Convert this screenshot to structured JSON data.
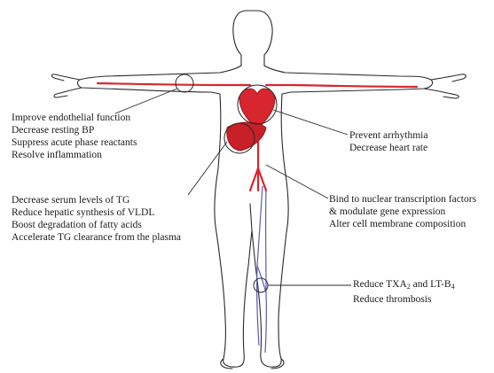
{
  "left_upper": {
    "lines": [
      "Improve endothelial function",
      "Decrease resting BP",
      "Suppress acute phase reactants",
      "Resolve inflammation"
    ]
  },
  "left_lower": {
    "lines": [
      "Decrease serum levels of TG",
      "Reduce hepatic synthesis of VLDL",
      "Boost degradation of fatty acids",
      "Accelerate TG clearance from the plasma"
    ]
  },
  "right_heart": {
    "lines": [
      "Prevent arrhythmia",
      "Decrease heart rate"
    ]
  },
  "right_nuclear": {
    "lines": [
      "Bind to nuclear transcription factors",
      "& modulate gene expression",
      "Alter cell membrane composition"
    ]
  },
  "right_thrombo": {
    "line1_pre": "Reduce TXA",
    "line1_sub1": "2",
    "line1_mid": " and LT-B",
    "line1_sub2": "4",
    "line2": "Reduce thrombosis"
  },
  "colors": {
    "artery": "#d8262e",
    "vein": "#5a5ab8",
    "outline": "#2a2a2a"
  }
}
